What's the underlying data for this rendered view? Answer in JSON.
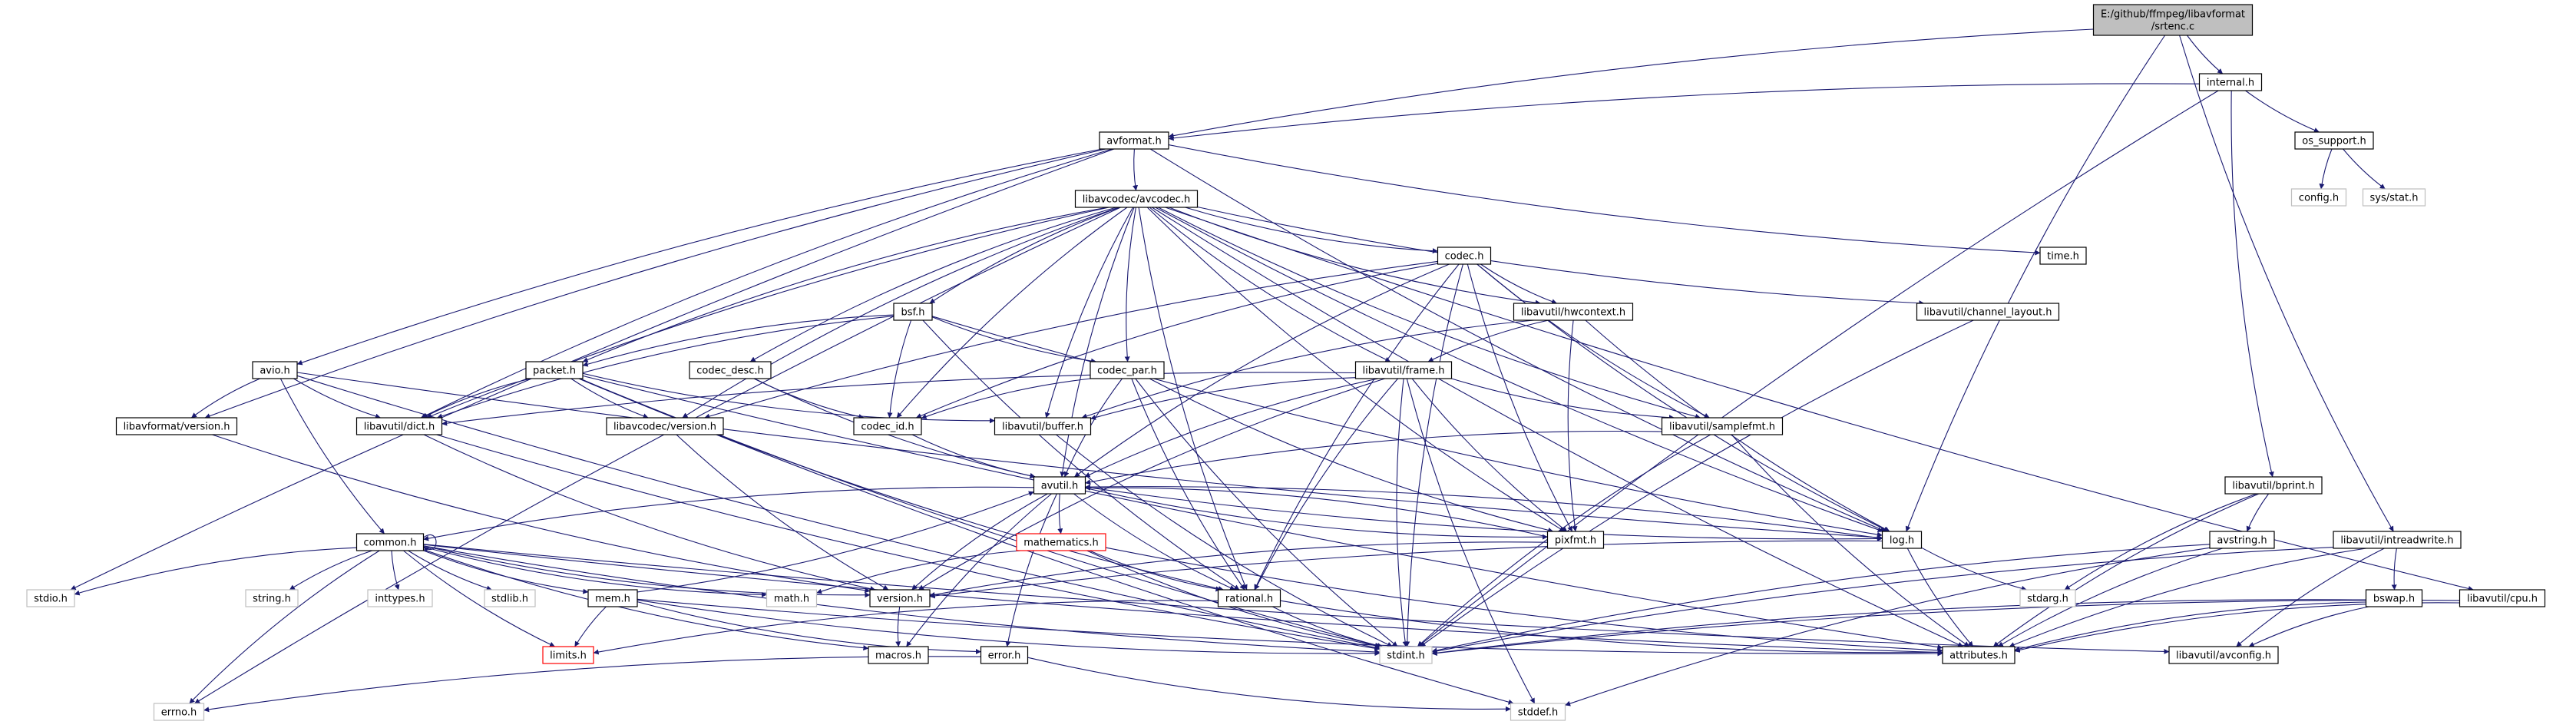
{
  "colors": {
    "edge": "#191970",
    "box_border": "#000000",
    "box_fill": "#ffffff",
    "missing_border": "#bfbfbf",
    "missing_text": "#444444",
    "root_fill": "#bfbfbf",
    "warn_border": "#ff0000"
  },
  "nodes": [
    {
      "id": "root",
      "label": "E:/github/ffmpeg/libavformat\n/srtenc.c",
      "style": "root"
    },
    {
      "id": "internal",
      "label": "internal.h",
      "style": "normal"
    },
    {
      "id": "avformat",
      "label": "avformat.h",
      "style": "normal"
    },
    {
      "id": "os_support",
      "label": "os_support.h",
      "style": "normal"
    },
    {
      "id": "config",
      "label": "config.h",
      "style": "missing"
    },
    {
      "id": "sysstat",
      "label": "sys/stat.h",
      "style": "missing"
    },
    {
      "id": "avcodec",
      "label": "libavcodec/avcodec.h",
      "style": "normal"
    },
    {
      "id": "time",
      "label": "time.h",
      "style": "normal"
    },
    {
      "id": "codec",
      "label": "codec.h",
      "style": "normal"
    },
    {
      "id": "hwcontext",
      "label": "libavutil/hwcontext.h",
      "style": "normal"
    },
    {
      "id": "channel_layout",
      "label": "libavutil/channel_layout.h",
      "style": "normal"
    },
    {
      "id": "bsf",
      "label": "bsf.h",
      "style": "normal"
    },
    {
      "id": "avio",
      "label": "avio.h",
      "style": "normal"
    },
    {
      "id": "packet",
      "label": "packet.h",
      "style": "normal"
    },
    {
      "id": "codec_desc",
      "label": "codec_desc.h",
      "style": "normal"
    },
    {
      "id": "codec_par",
      "label": "codec_par.h",
      "style": "normal"
    },
    {
      "id": "frame",
      "label": "libavutil/frame.h",
      "style": "normal"
    },
    {
      "id": "samplefmt",
      "label": "libavutil/samplefmt.h",
      "style": "normal"
    },
    {
      "id": "fmtversion",
      "label": "libavformat/version.h",
      "style": "normal"
    },
    {
      "id": "dict",
      "label": "libavutil/dict.h",
      "style": "normal"
    },
    {
      "id": "codecversion",
      "label": "libavcodec/version.h",
      "style": "normal"
    },
    {
      "id": "codec_id",
      "label": "codec_id.h",
      "style": "normal"
    },
    {
      "id": "buffer",
      "label": "libavutil/buffer.h",
      "style": "normal"
    },
    {
      "id": "avutil",
      "label": "avutil.h",
      "style": "normal"
    },
    {
      "id": "bprint",
      "label": "libavutil/bprint.h",
      "style": "normal"
    },
    {
      "id": "intreadwrite",
      "label": "libavutil/intreadwrite.h",
      "style": "normal"
    },
    {
      "id": "common",
      "label": "common.h",
      "style": "normal"
    },
    {
      "id": "mathematics",
      "label": "mathematics.h",
      "style": "warn"
    },
    {
      "id": "pixfmt",
      "label": "pixfmt.h",
      "style": "normal"
    },
    {
      "id": "log",
      "label": "log.h",
      "style": "normal"
    },
    {
      "id": "avstring",
      "label": "avstring.h",
      "style": "normal"
    },
    {
      "id": "stdio",
      "label": "stdio.h",
      "style": "missing"
    },
    {
      "id": "string",
      "label": "string.h",
      "style": "missing"
    },
    {
      "id": "inttypes",
      "label": "inttypes.h",
      "style": "missing"
    },
    {
      "id": "stdlib",
      "label": "stdlib.h",
      "style": "missing"
    },
    {
      "id": "mem",
      "label": "mem.h",
      "style": "normal"
    },
    {
      "id": "math",
      "label": "math.h",
      "style": "missing"
    },
    {
      "id": "version",
      "label": "version.h",
      "style": "normal"
    },
    {
      "id": "rational",
      "label": "rational.h",
      "style": "normal"
    },
    {
      "id": "bswap",
      "label": "bswap.h",
      "style": "normal"
    },
    {
      "id": "cpu",
      "label": "libavutil/cpu.h",
      "style": "normal"
    },
    {
      "id": "limits",
      "label": "limits.h",
      "style": "warn"
    },
    {
      "id": "macros",
      "label": "macros.h",
      "style": "normal"
    },
    {
      "id": "error",
      "label": "error.h",
      "style": "normal"
    },
    {
      "id": "stdint",
      "label": "stdint.h",
      "style": "missing"
    },
    {
      "id": "attributes",
      "label": "attributes.h",
      "style": "normal"
    },
    {
      "id": "avconfig",
      "label": "libavutil/avconfig.h",
      "style": "normal"
    },
    {
      "id": "stdarg",
      "label": "stdarg.h",
      "style": "missing"
    },
    {
      "id": "errno",
      "label": "errno.h",
      "style": "missing"
    },
    {
      "id": "stddef",
      "label": "stddef.h",
      "style": "missing"
    }
  ],
  "edges": [
    [
      "root",
      "internal"
    ],
    [
      "root",
      "avformat"
    ],
    [
      "root",
      "log"
    ],
    [
      "root",
      "intreadwrite"
    ],
    [
      "internal",
      "avformat"
    ],
    [
      "internal",
      "os_support"
    ],
    [
      "internal",
      "bprint"
    ],
    [
      "internal",
      "stdint"
    ],
    [
      "os_support",
      "config"
    ],
    [
      "os_support",
      "sysstat"
    ],
    [
      "avformat",
      "avcodec"
    ],
    [
      "avformat",
      "time"
    ],
    [
      "avformat",
      "avio"
    ],
    [
      "avformat",
      "fmtversion"
    ],
    [
      "avformat",
      "dict"
    ],
    [
      "avformat",
      "stdio"
    ],
    [
      "avformat",
      "log"
    ],
    [
      "avcodec",
      "codec"
    ],
    [
      "avcodec",
      "hwcontext"
    ],
    [
      "avcodec",
      "channel_layout"
    ],
    [
      "avcodec",
      "bsf"
    ],
    [
      "avcodec",
      "packet"
    ],
    [
      "avcodec",
      "codec_desc"
    ],
    [
      "avcodec",
      "codec_par"
    ],
    [
      "avcodec",
      "frame"
    ],
    [
      "avcodec",
      "samplefmt"
    ],
    [
      "avcodec",
      "dict"
    ],
    [
      "avcodec",
      "codecversion"
    ],
    [
      "avcodec",
      "codec_id"
    ],
    [
      "avcodec",
      "buffer"
    ],
    [
      "avcodec",
      "avutil"
    ],
    [
      "avcodec",
      "log"
    ],
    [
      "avcodec",
      "pixfmt"
    ],
    [
      "avcodec",
      "rational"
    ],
    [
      "avcodec",
      "attributes"
    ],
    [
      "avcodec",
      "cpu"
    ],
    [
      "avcodec",
      "errno"
    ],
    [
      "codec",
      "hwcontext"
    ],
    [
      "codec",
      "samplefmt"
    ],
    [
      "codec",
      "codec_id"
    ],
    [
      "codec",
      "avutil"
    ],
    [
      "codec",
      "log"
    ],
    [
      "codec",
      "pixfmt"
    ],
    [
      "codec",
      "rational"
    ],
    [
      "codec",
      "codecversion"
    ],
    [
      "codec",
      "stdint"
    ],
    [
      "hwcontext",
      "frame"
    ],
    [
      "hwcontext",
      "buffer"
    ],
    [
      "hwcontext",
      "pixfmt"
    ],
    [
      "hwcontext",
      "log"
    ],
    [
      "channel_layout",
      "stdint"
    ],
    [
      "bsf",
      "packet"
    ],
    [
      "bsf",
      "codec_par"
    ],
    [
      "bsf",
      "codec_id"
    ],
    [
      "bsf",
      "dict"
    ],
    [
      "bsf",
      "log"
    ],
    [
      "bsf",
      "rational"
    ],
    [
      "avio",
      "common"
    ],
    [
      "avio",
      "dict"
    ],
    [
      "avio",
      "log"
    ],
    [
      "avio",
      "fmtversion"
    ],
    [
      "avio",
      "stdint"
    ],
    [
      "packet",
      "dict"
    ],
    [
      "packet",
      "buffer"
    ],
    [
      "packet",
      "codecversion"
    ],
    [
      "packet",
      "rational"
    ],
    [
      "packet",
      "attributes"
    ],
    [
      "packet",
      "stdint"
    ],
    [
      "packet",
      "stddef"
    ],
    [
      "codec_desc",
      "codec_id"
    ],
    [
      "codec_desc",
      "avutil"
    ],
    [
      "codec_par",
      "codec_id"
    ],
    [
      "codec_par",
      "avutil"
    ],
    [
      "codec_par",
      "pixfmt"
    ],
    [
      "codec_par",
      "rational"
    ],
    [
      "codec_par",
      "stdint"
    ],
    [
      "frame",
      "avutil"
    ],
    [
      "frame",
      "buffer"
    ],
    [
      "frame",
      "dict"
    ],
    [
      "frame",
      "samplefmt"
    ],
    [
      "frame",
      "pixfmt"
    ],
    [
      "frame",
      "rational"
    ],
    [
      "frame",
      "stdint"
    ],
    [
      "frame",
      "stddef"
    ],
    [
      "frame",
      "version"
    ],
    [
      "samplefmt",
      "avutil"
    ],
    [
      "samplefmt",
      "attributes"
    ],
    [
      "samplefmt",
      "stdint"
    ],
    [
      "fmtversion",
      "version"
    ],
    [
      "dict",
      "stdint"
    ],
    [
      "dict",
      "version"
    ],
    [
      "codecversion",
      "version"
    ],
    [
      "codec_id",
      "avutil"
    ],
    [
      "buffer",
      "stdint"
    ],
    [
      "avutil",
      "common"
    ],
    [
      "avutil",
      "mathematics"
    ],
    [
      "avutil",
      "pixfmt"
    ],
    [
      "avutil",
      "log"
    ],
    [
      "avutil",
      "error"
    ],
    [
      "avutil",
      "macros"
    ],
    [
      "avutil",
      "version"
    ],
    [
      "avutil",
      "rational"
    ],
    [
      "bprint",
      "avstring"
    ],
    [
      "bprint",
      "attributes"
    ],
    [
      "bprint",
      "stdarg"
    ],
    [
      "intreadwrite",
      "bswap"
    ],
    [
      "intreadwrite",
      "stdint"
    ],
    [
      "intreadwrite",
      "attributes"
    ],
    [
      "intreadwrite",
      "avconfig"
    ],
    [
      "common",
      "common"
    ],
    [
      "common",
      "stdio"
    ],
    [
      "common",
      "string"
    ],
    [
      "common",
      "inttypes"
    ],
    [
      "common",
      "stdlib"
    ],
    [
      "common",
      "mem"
    ],
    [
      "common",
      "math"
    ],
    [
      "common",
      "limits"
    ],
    [
      "common",
      "errno"
    ],
    [
      "common",
      "attributes"
    ],
    [
      "common",
      "macros"
    ],
    [
      "common",
      "version"
    ],
    [
      "common",
      "avconfig"
    ],
    [
      "common",
      "stdint"
    ],
    [
      "mathematics",
      "rational"
    ],
    [
      "mathematics",
      "math"
    ],
    [
      "mathematics",
      "attributes"
    ],
    [
      "mathematics",
      "stdint"
    ],
    [
      "pixfmt",
      "avutil"
    ],
    [
      "pixfmt",
      "version"
    ],
    [
      "log",
      "avutil"
    ],
    [
      "log",
      "attributes"
    ],
    [
      "log",
      "version"
    ],
    [
      "log",
      "stdarg"
    ],
    [
      "avstring",
      "attributes"
    ],
    [
      "avstring",
      "stddef"
    ],
    [
      "avstring",
      "stdint"
    ],
    [
      "mem",
      "limits"
    ],
    [
      "mem",
      "attributes"
    ],
    [
      "mem",
      "avutil"
    ],
    [
      "mem",
      "error"
    ],
    [
      "mem",
      "stdint"
    ],
    [
      "rational",
      "attributes"
    ],
    [
      "rational",
      "limits"
    ],
    [
      "rational",
      "stdint"
    ],
    [
      "bswap",
      "attributes"
    ],
    [
      "bswap",
      "stdint"
    ],
    [
      "bswap",
      "avconfig"
    ],
    [
      "cpu",
      "attributes"
    ],
    [
      "cpu",
      "stdint"
    ],
    [
      "error",
      "errno"
    ],
    [
      "error",
      "stddef"
    ],
    [
      "version",
      "macros"
    ]
  ]
}
